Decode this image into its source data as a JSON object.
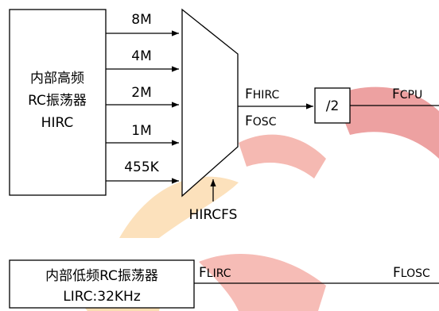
{
  "hirc_block": {
    "line1": "内部高频",
    "line2": "RC振荡器",
    "line3": "HIRC"
  },
  "freq_options": [
    "8M",
    "4M",
    "2M",
    "1M",
    "455K"
  ],
  "mux_select_label": "HIRCFS",
  "mux_output_labels": {
    "fhirc": {
      "big": "F",
      "small": "HIRC"
    },
    "fosc": {
      "big": "F",
      "small": "OSC"
    }
  },
  "divider_label": "/2",
  "fcpu_label": {
    "big": "F",
    "small": "CPU"
  },
  "lirc_block": {
    "line1": "内部低频RC振荡器",
    "line2": "LIRC:32KHz"
  },
  "flirc_label": {
    "big": "F",
    "small": "LIRC"
  },
  "flosc_label": {
    "big": "F",
    "small": "LOSC"
  },
  "colors": {
    "line": "#000000",
    "watermark_red": "#d62424",
    "watermark_orange": "#f0a020"
  }
}
